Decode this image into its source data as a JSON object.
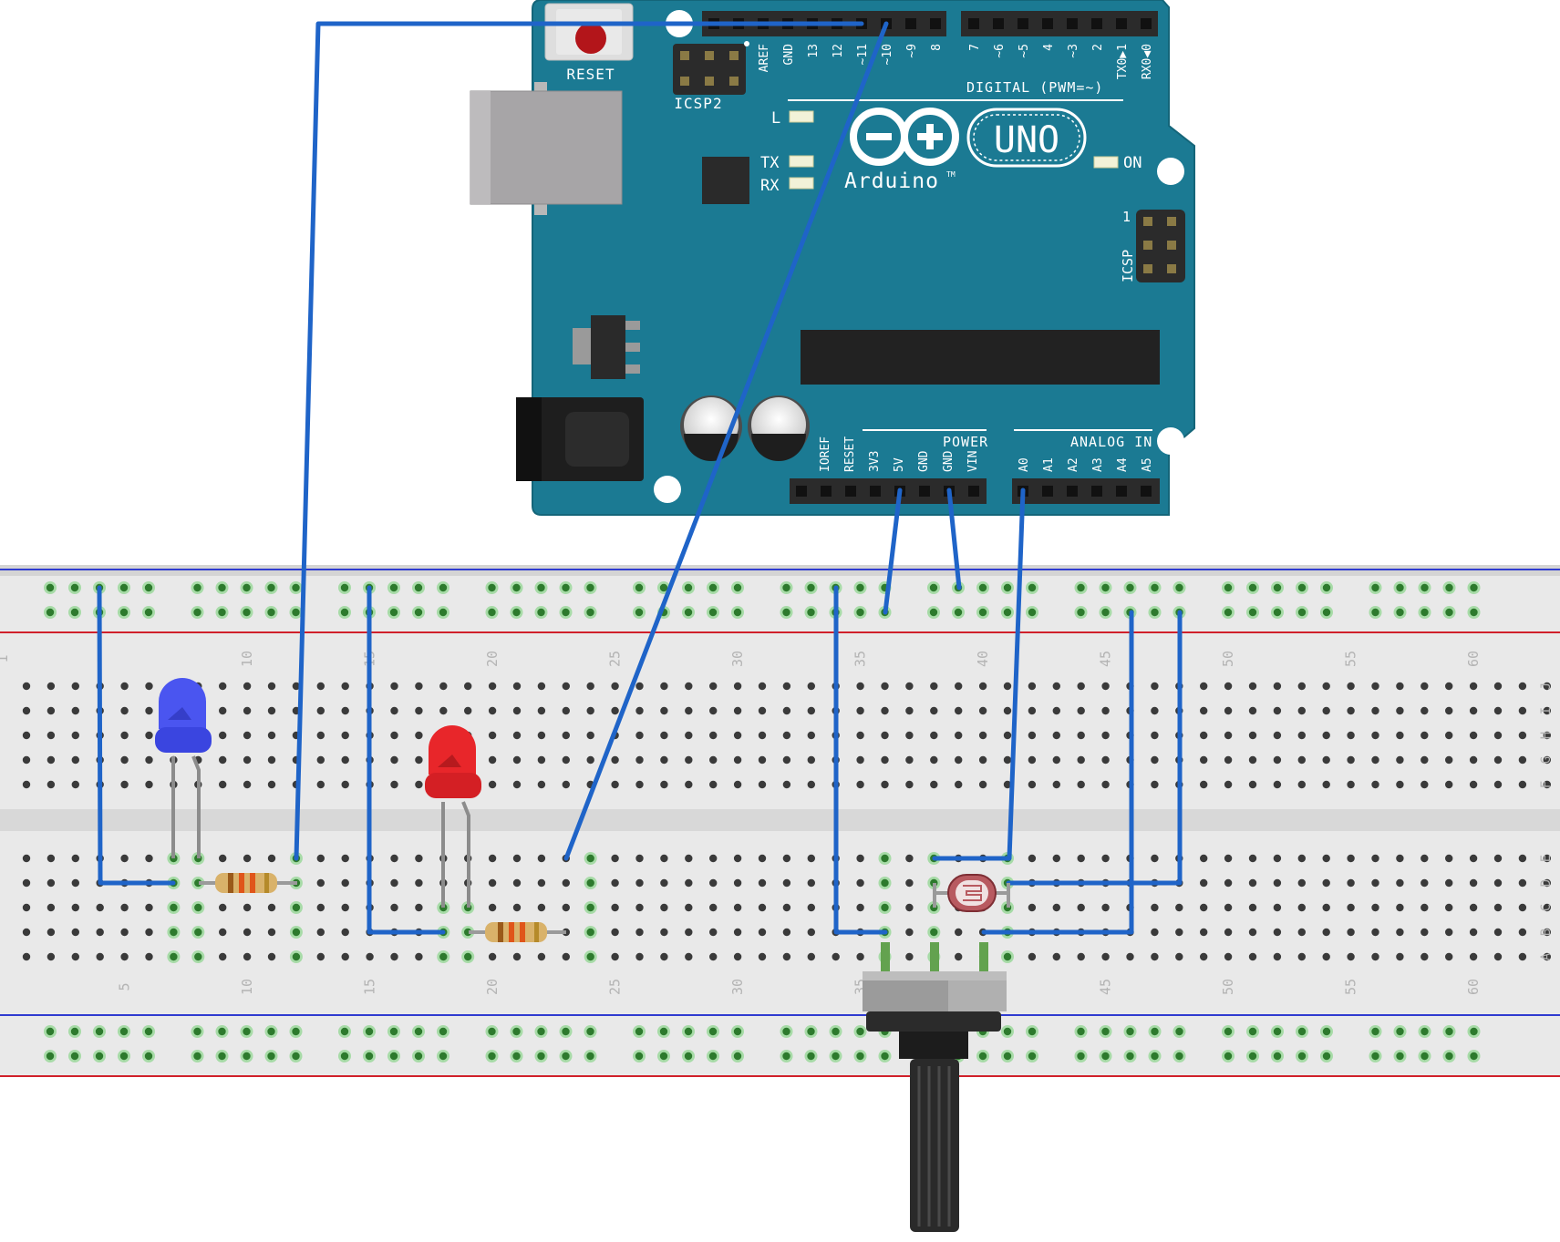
{
  "colors": {
    "board": "#1b7a93",
    "board_edge": "#146579",
    "silk": "#ffffff",
    "header": "#2b2b2b",
    "wire": "#1f64c8",
    "breadboard": "#e9e9e9",
    "breadboard_trench": "#d8d8d8",
    "rail_red": "#d0202a",
    "rail_blue": "#2f3bd0",
    "hole": "#3a3a3a",
    "hole_used": "#57c957",
    "led_blue": "#4a55f0",
    "led_red": "#e8262a",
    "resistor": "#d9b26a"
  },
  "board": {
    "reset_label": "RESET",
    "icsp2_label": "ICSP2",
    "icsp_label": "ICSP",
    "icsp_pin1": "1",
    "digital_label": "DIGITAL (PWM=~)",
    "digital_pins_left": [
      "AREF",
      "GND",
      "13",
      "12",
      "~11",
      "~10",
      "~9",
      "8"
    ],
    "digital_pins_right": [
      "7",
      "~6",
      "~5",
      "4",
      "~3",
      "2",
      "TX0▶1",
      "RX0◀0"
    ],
    "led_l": "L",
    "led_tx": "TX",
    "led_rx": "RX",
    "led_on": "ON",
    "logo_text": "Arduino",
    "logo_tm": "TM",
    "uno": "UNO",
    "power_label": "POWER",
    "power_pins": [
      "IOREF",
      "RESET",
      "3V3",
      "5V",
      "GND",
      "GND",
      "VIN"
    ],
    "analog_label": "ANALOG IN",
    "analog_pins": [
      "A0",
      "A1",
      "A2",
      "A3",
      "A4",
      "A5"
    ]
  },
  "breadboard": {
    "column_numbers": [
      "10",
      "15",
      "20",
      "25",
      "30",
      "35",
      "40",
      "45",
      "50",
      "55",
      "60"
    ],
    "column_numbers_bottom": [
      "5",
      "10",
      "15",
      "20",
      "25",
      "30",
      "35",
      "40",
      "45",
      "50",
      "55",
      "60"
    ],
    "row_letters_top": [
      "J",
      "I",
      "H",
      "G",
      "F"
    ],
    "row_letters_bottom": [
      "E",
      "D",
      "C",
      "B",
      "A"
    ],
    "col_one_mark": "1"
  },
  "components": {
    "led_blue": "blue LED",
    "led_red": "red LED",
    "resistor_1": "resistor",
    "resistor_2": "resistor",
    "photoresistor": "photoresistor",
    "potentiometer": "potentiometer"
  }
}
